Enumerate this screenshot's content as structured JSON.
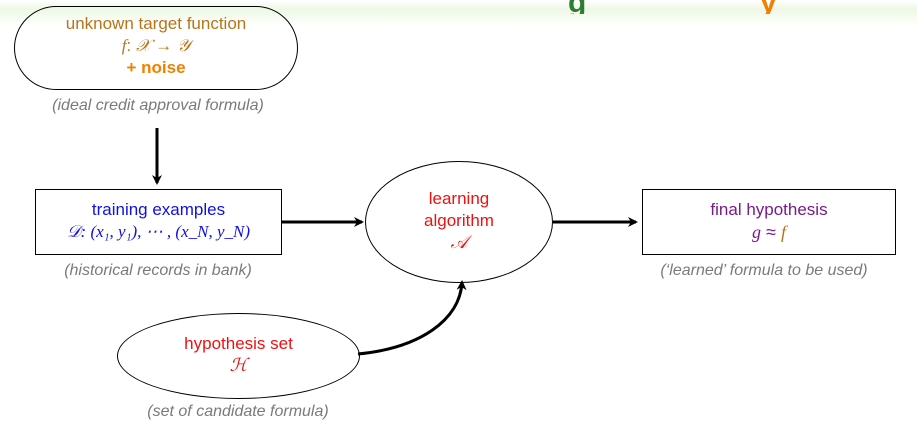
{
  "colors": {
    "brown": "#b8741a",
    "orange": "#f08000",
    "blue": "#1010e6",
    "red": "#ee1111",
    "purple": "#7a1a8c",
    "caption_gray": "#7a7a7a",
    "title_green": "#2e7d32",
    "title_orange": "#f08000"
  },
  "title": {
    "left_fragment": "g",
    "right_fragment": "y"
  },
  "target": {
    "line1": "unknown target function",
    "line2_f": "f",
    "line2_colon": ":",
    "line2_X": "𝒳",
    "line2_arrow": "→",
    "line2_Y": "𝒴",
    "line3": "+ noise",
    "caption": "(ideal credit approval formula)"
  },
  "training": {
    "line1": "training examples",
    "line2_D": "𝒟",
    "line2_rest": ": (x₁, y₁), ⋯ , (x_N, y_N)",
    "caption": "(historical records in bank)"
  },
  "algorithm": {
    "line1": "learning",
    "line2": "algorithm",
    "symbol": "𝒜"
  },
  "final": {
    "line1": "final hypothesis",
    "g": "g",
    "approx": "≈",
    "f": "f",
    "caption": "(‘learned’ formula to be used)"
  },
  "hypothesis": {
    "line1": "hypothesis set",
    "symbol": "ℋ",
    "caption": "(set of candidate formula)"
  }
}
